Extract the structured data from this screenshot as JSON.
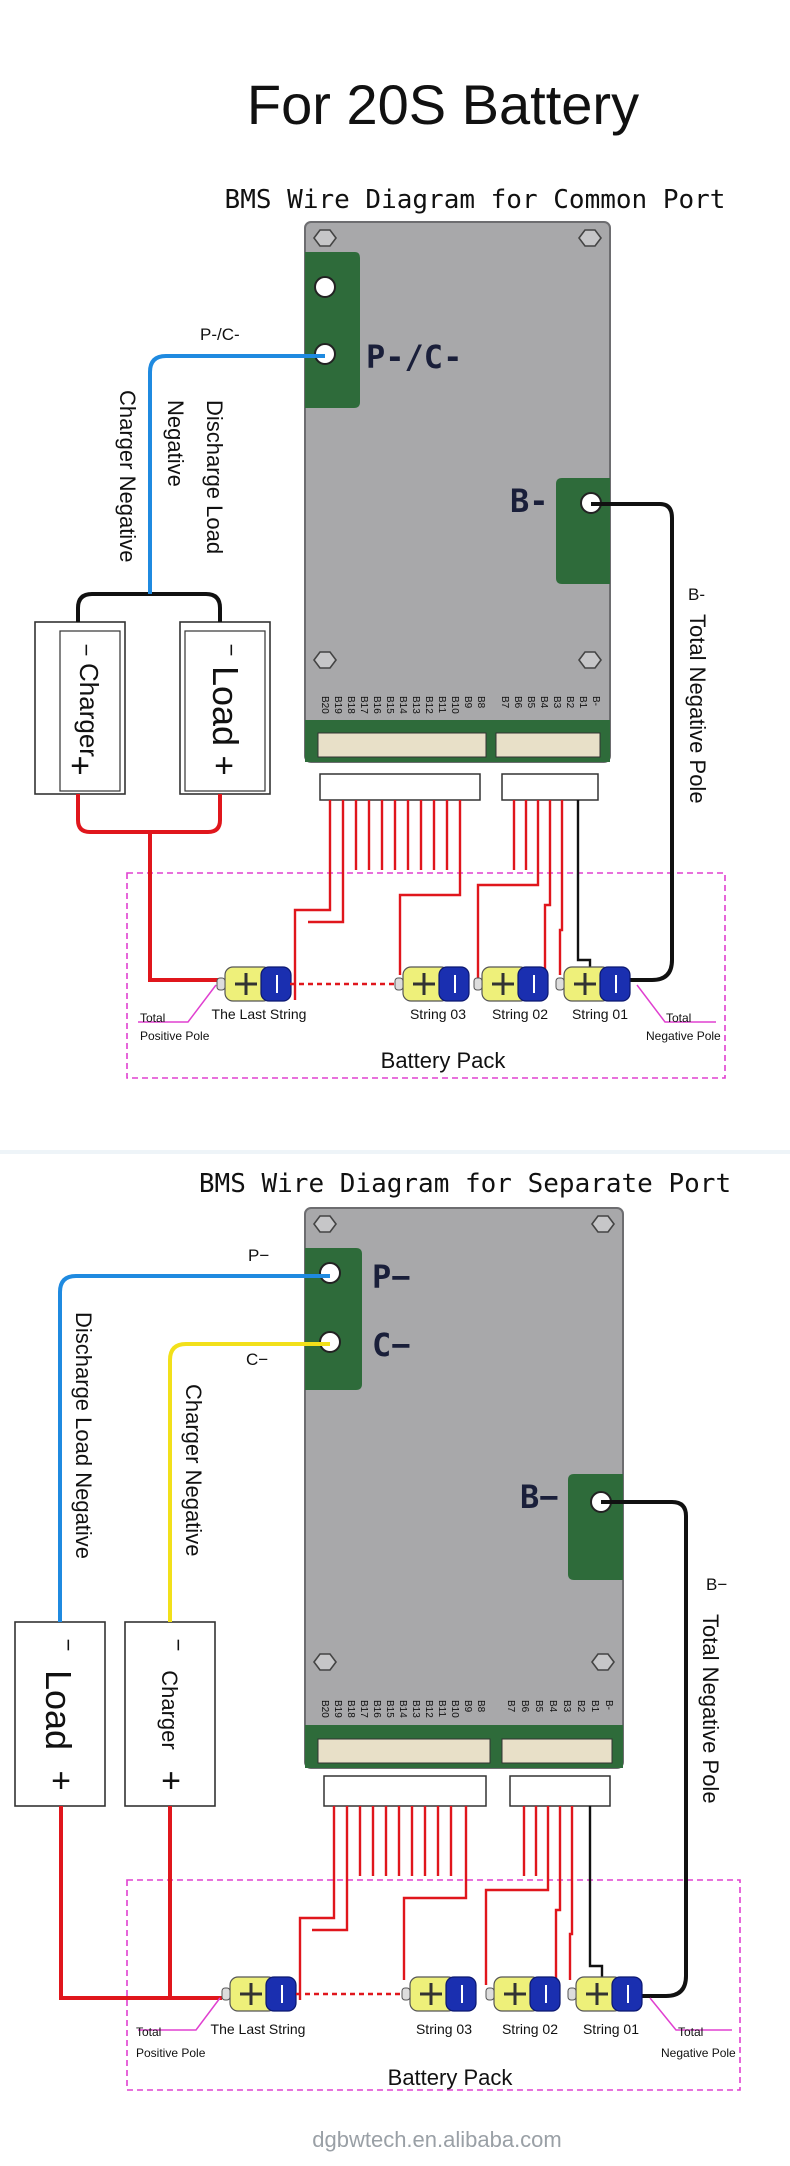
{
  "title": "For 20S Battery",
  "watermark": "dgbwtech.en.alibaba.com",
  "colors": {
    "board": "#a8a8aa",
    "pad": "#2e6b3a",
    "wire_red": "#e0161c",
    "wire_black": "#111111",
    "wire_blue": "#1f8ae0",
    "wire_yellow": "#f2e01a",
    "dash": "#e040d0",
    "cell_blue": "#1a2fb0",
    "cell_yellow": "#eef07a"
  },
  "common": {
    "heading": "BMS Wire Diagram for Common Port",
    "port_label": "P-/C-",
    "wire_label": "P-/C-",
    "b_label": "B-",
    "b_wire_label": "B-",
    "charger_neg_text": "Charger Negative",
    "discharge_text_1": "Discharge Load",
    "discharge_text_2": "Negative",
    "total_neg_text": "Total Negative Pole",
    "charger": "Charger",
    "load": "Load",
    "minus": "−",
    "plus": "+",
    "pins_left": [
      "B20",
      "B19",
      "B18",
      "B17",
      "B16",
      "B15",
      "B14",
      "B13",
      "B12",
      "B11",
      "B10",
      "B9",
      "B8"
    ],
    "pins_right": [
      "B7",
      "B6",
      "B5",
      "B4",
      "B3",
      "B2",
      "B1",
      "B-"
    ],
    "string_last": "The Last String",
    "string_03": "String 03",
    "string_02": "String 02",
    "string_01": "String 01",
    "total_pos_1": "Total",
    "total_pos_2": "Positive Pole",
    "total_neg_1": "Total",
    "total_neg_2": "Negative Pole",
    "pack": "Battery Pack"
  },
  "separate": {
    "heading": "BMS Wire Diagram for Separate Port",
    "p_label": "P−",
    "c_label": "C−",
    "p_wire_label": "P−",
    "c_wire_label": "C−",
    "b_label": "B−",
    "b_wire_label": "B−",
    "discharge_text": "Discharge Load Negative",
    "charger_neg_text": "Charger Negative",
    "total_neg_text": "Total Negative Pole",
    "load": "Load",
    "charger": "Charger",
    "minus": "−",
    "plus": "+",
    "pins_left": [
      "B20",
      "B19",
      "B18",
      "B17",
      "B16",
      "B15",
      "B14",
      "B13",
      "B12",
      "B11",
      "B10",
      "B9",
      "B8"
    ],
    "pins_right": [
      "B7",
      "B6",
      "B5",
      "B4",
      "B3",
      "B2",
      "B1",
      "B-"
    ],
    "string_last": "The Last String",
    "string_03": "String 03",
    "string_02": "String 02",
    "string_01": "String 01",
    "total_pos_1": "Total",
    "total_pos_2": "Positive Pole",
    "total_neg_1": "Total",
    "total_neg_2": "Negative Pole",
    "pack": "Battery Pack"
  }
}
